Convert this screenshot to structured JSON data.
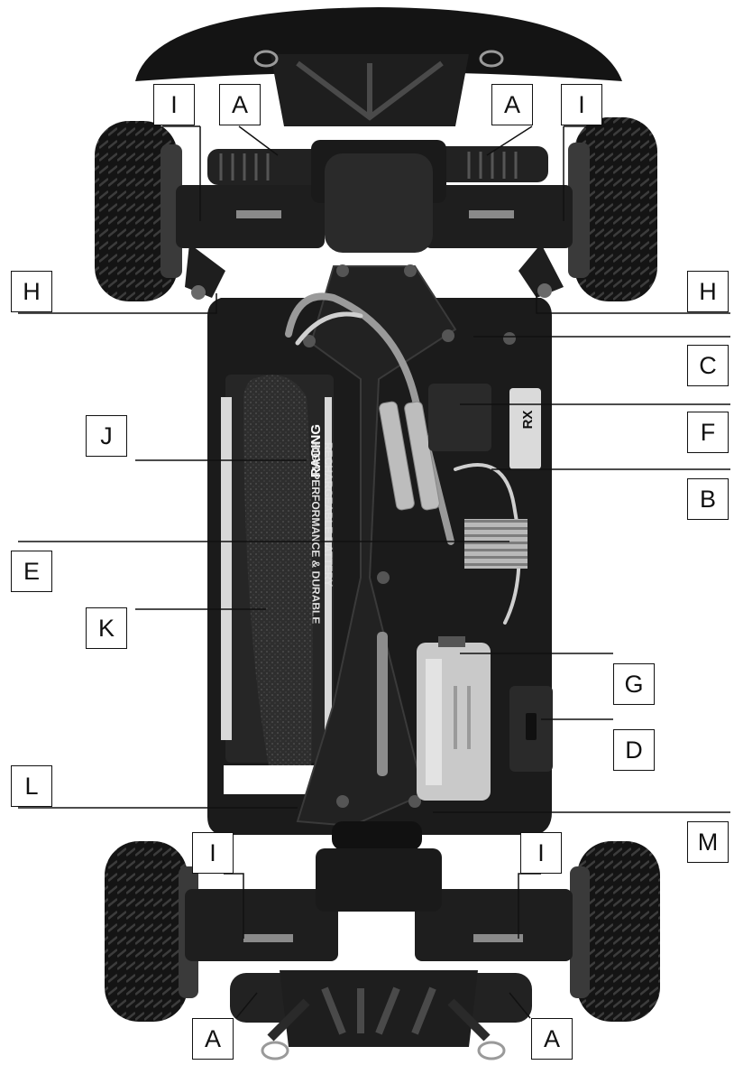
{
  "labels": {
    "a_front_left": "A",
    "a_front_right": "A",
    "a_rear_left": "A",
    "a_rear_right": "A",
    "i_front_left": "I",
    "i_front_right": "I",
    "i_rear_left": "I",
    "i_rear_right": "I",
    "h_left": "H",
    "h_right": "H",
    "c": "C",
    "f": "F",
    "b": "B",
    "j": "J",
    "e": "E",
    "k": "K",
    "g": "G",
    "d": "D",
    "l": "L",
    "m": "M"
  },
  "battery_text": {
    "brand": "RACING",
    "line1": "HIGH PERFORMANCE & DURABLE",
    "line2": "RECHARGEABLE BATTERY"
  },
  "receiver_text": "RX",
  "colors": {
    "chassis": "#1b1b1b",
    "tire": "#141414",
    "rim": "#3a3a3a",
    "motor": "#c9c9c9",
    "foam": "#333333",
    "label_border": "#111111"
  }
}
